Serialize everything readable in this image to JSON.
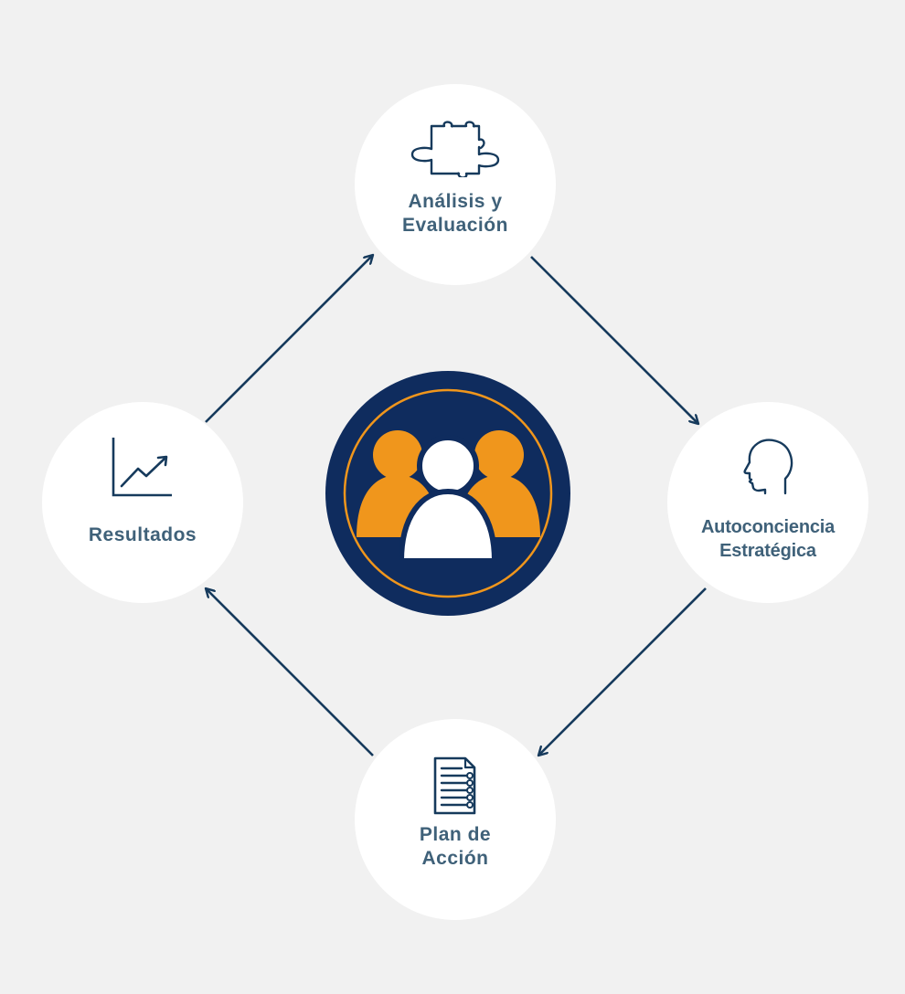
{
  "diagram": {
    "nodes": {
      "top": {
        "line1": "Análisis y",
        "line2": "Evaluación",
        "icon": "puzzle-icon"
      },
      "right": {
        "line1": "Autoconciencia",
        "line2": "Estratégica",
        "icon": "head-profile-icon"
      },
      "bottom": {
        "line1": "Plan de",
        "line2": "Acción",
        "icon": "document-list-icon"
      },
      "left": {
        "line1": "Resultados",
        "icon": "growth-chart-icon"
      }
    },
    "center": {
      "icon": "team-group-icon"
    },
    "colors": {
      "background": "#f1f1f1",
      "node_fill": "#ffffff",
      "label": "#3f6179",
      "arrow": "#163a5c",
      "hub_navy": "#0f2c5e",
      "hub_orange": "#f0961c"
    }
  }
}
